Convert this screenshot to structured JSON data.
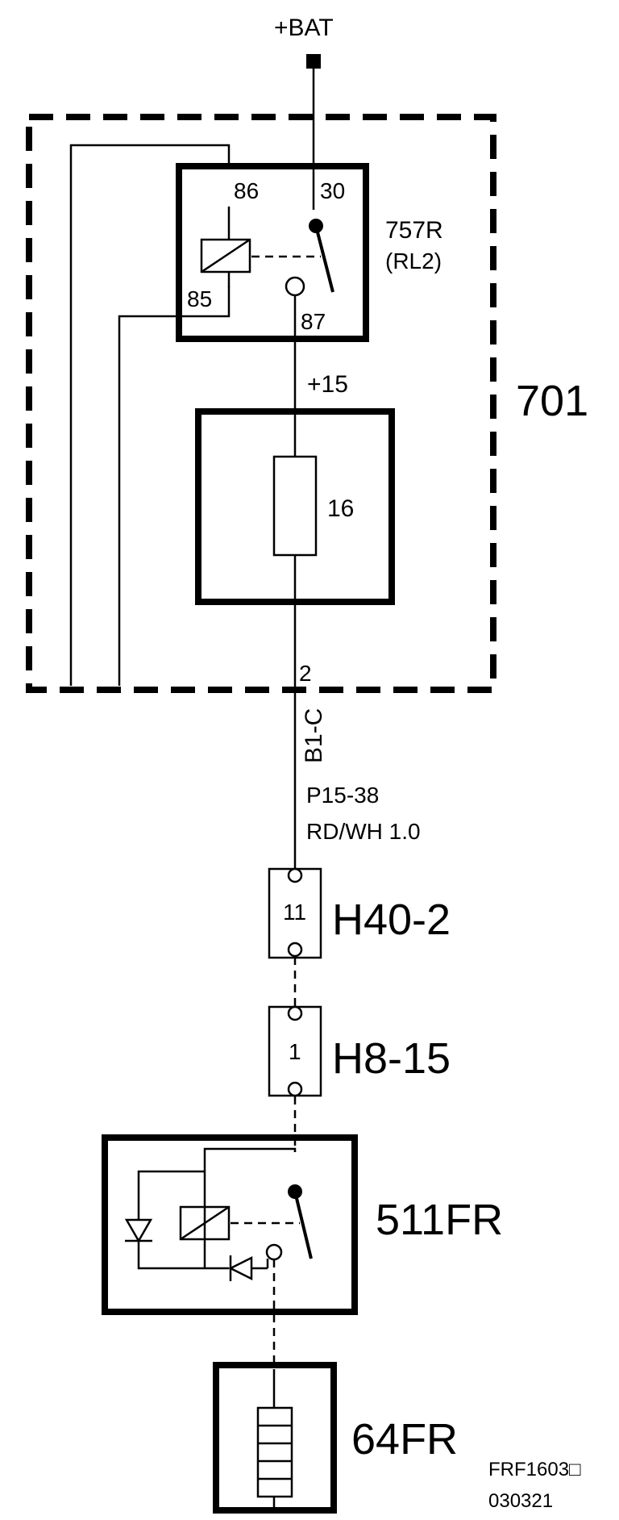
{
  "supply": {
    "label": "+BAT"
  },
  "control_unit": {
    "id": "701"
  },
  "relay_757r": {
    "id": "757R",
    "sub": "(RL2)",
    "pins": {
      "p86": "86",
      "p30": "30",
      "p85": "85",
      "p87": "87"
    }
  },
  "line_plus15": {
    "label": "+15"
  },
  "fuse": {
    "id": "16"
  },
  "connector_b1c": {
    "pin": "2",
    "id": "B1-C"
  },
  "wire": {
    "code": "P15-38",
    "spec": "RD/WH 1.0"
  },
  "connector_h40_2": {
    "pin": "11",
    "id": "H40-2"
  },
  "connector_h8_15": {
    "pin": "1",
    "id": "H8-15"
  },
  "relay_511fr": {
    "id": "511FR"
  },
  "heater_64fr": {
    "id": "64FR"
  },
  "footer": {
    "code": "FRF1603□",
    "date": "030321"
  }
}
